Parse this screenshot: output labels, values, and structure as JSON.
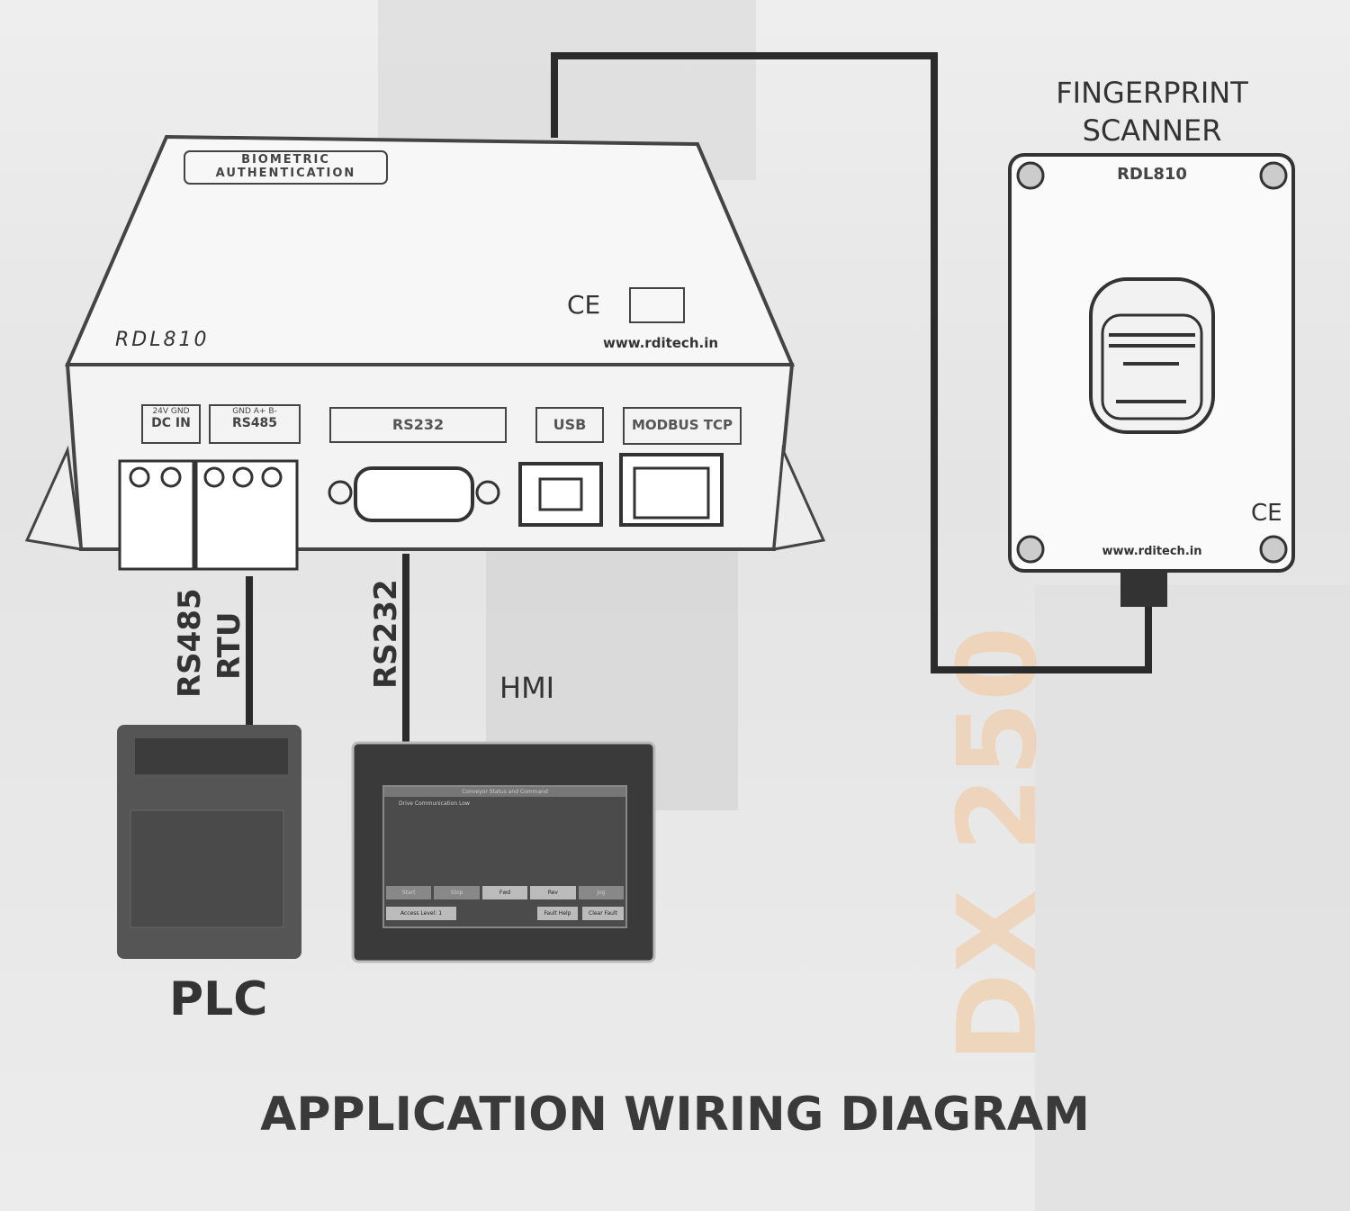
{
  "title": "APPLICATION WIRING DIAGRAM",
  "controller": {
    "badge_line1": "BIOMETRIC",
    "badge_line2": "AUTHENTICATION",
    "model": "RDL810",
    "website": "www.rditech.in",
    "cert_marks": "CE",
    "ports": {
      "dc_24v": "24V",
      "dc_gnd": "GND",
      "dc_label": "DC IN",
      "rs485_gnd": "GND",
      "rs485_a": "A+",
      "rs485_b": "B-",
      "rs485_label": "RS485",
      "rs232": "RS232",
      "usb": "USB",
      "modbus": "MODBUS TCP"
    }
  },
  "scanner": {
    "label_line1": "FINGERPRINT",
    "label_line2": "SCANNER",
    "model": "RDL810",
    "website": "www.rditech.in",
    "cert": "CE"
  },
  "links": {
    "rs485_line1": "RS485",
    "rs485_line2": "RTU",
    "rs232": "RS232"
  },
  "plc": {
    "label": "PLC"
  },
  "hmi": {
    "label": "HMI",
    "screen_title": "Conveyor Status and Command",
    "status_text": "Drive Communication Low",
    "buttons": [
      "Start",
      "Stop",
      "Fwd",
      "Rev",
      "Jog"
    ],
    "access_level": "Access Level: 1",
    "fault_help": "Fault Help",
    "clear_fault": "Clear Fault"
  },
  "background_text": "DX 250"
}
